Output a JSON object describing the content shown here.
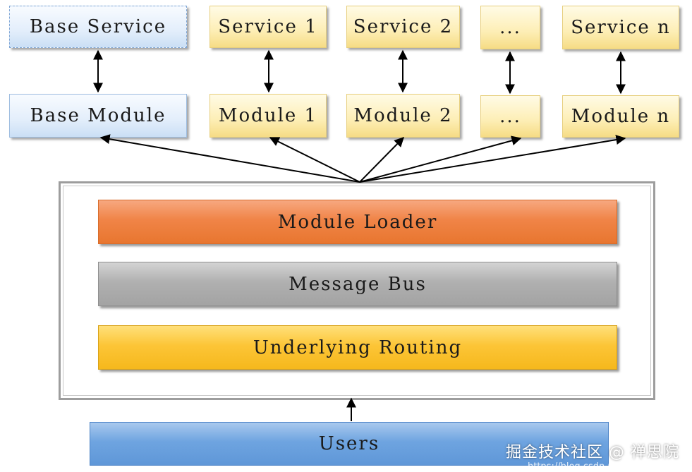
{
  "services": [
    {
      "label": "Base Service",
      "style": "blue-dashed"
    },
    {
      "label": "Service 1",
      "style": "yellow"
    },
    {
      "label": "Service 2",
      "style": "yellow"
    },
    {
      "label": "...",
      "style": "yellow"
    },
    {
      "label": "Service n",
      "style": "yellow"
    }
  ],
  "modules": [
    {
      "label": "Base Module",
      "style": "blue"
    },
    {
      "label": "Module 1",
      "style": "yellow"
    },
    {
      "label": "Module 2",
      "style": "yellow"
    },
    {
      "label": "...",
      "style": "yellow"
    },
    {
      "label": "Module n",
      "style": "yellow"
    }
  ],
  "layers": {
    "module_loader": "Module Loader",
    "message_bus": "Message Bus",
    "underlying_routing": "Underlying Routing"
  },
  "users": "Users",
  "watermark": {
    "text": "掘金技术社区 @ 禅思院",
    "url": "https://blog.csdn.net/..."
  },
  "colors": {
    "module_loader": "#f08447",
    "message_bus": "#b0b0b0",
    "underlying_routing": "#fcc537",
    "users": "#6ea4e0",
    "base_box": "#e3eefb",
    "service_box": "#fdeeb5"
  }
}
